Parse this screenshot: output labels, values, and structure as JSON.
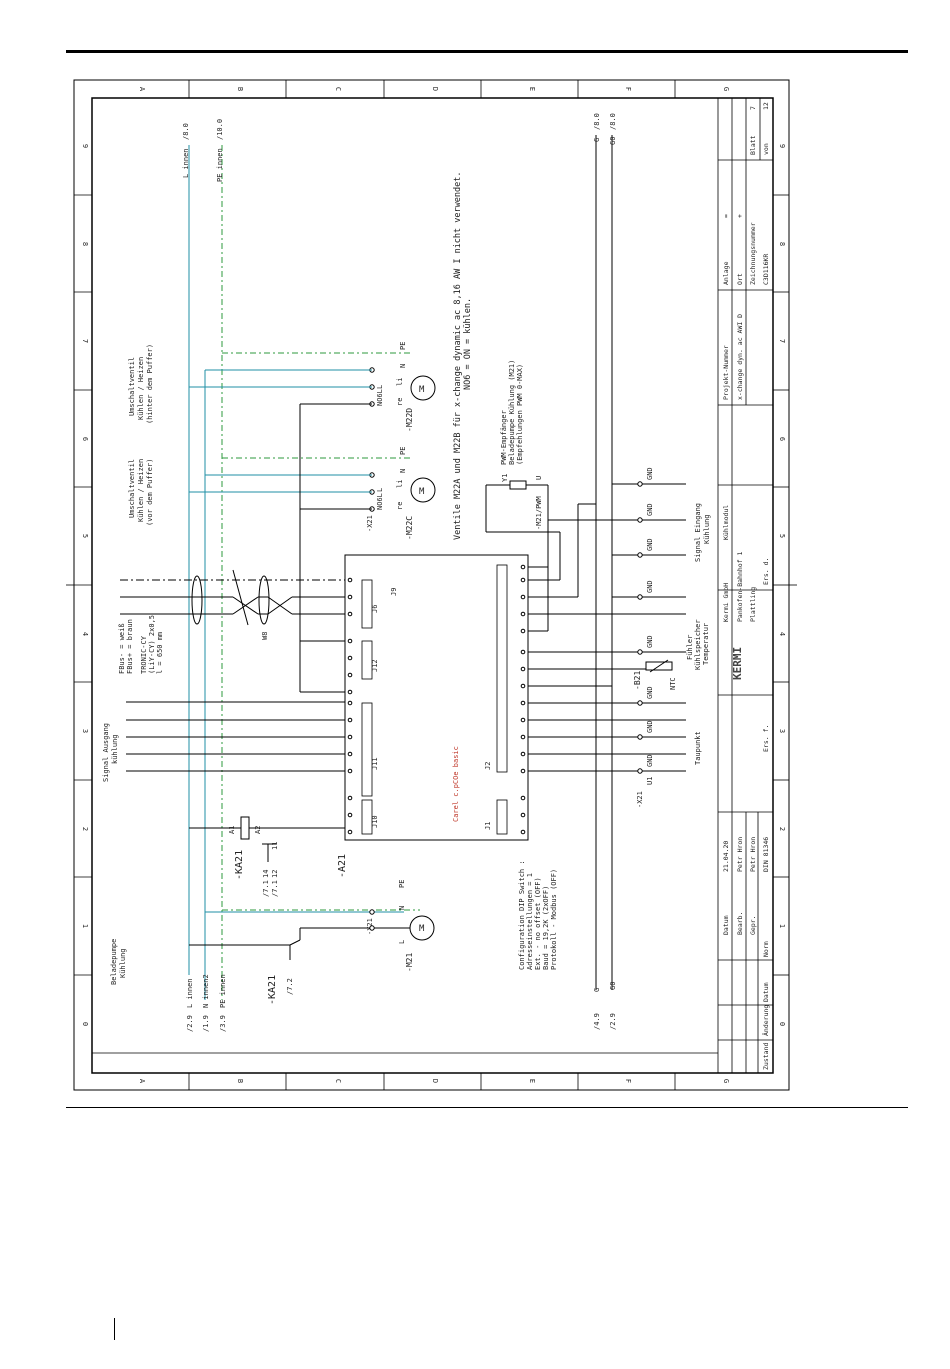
{
  "frame": {
    "col_letters": [
      "A",
      "B",
      "C",
      "D",
      "E",
      "F",
      "G"
    ],
    "row_numbers": [
      "0",
      "1",
      "2",
      "3",
      "4",
      "5",
      "6",
      "7",
      "8",
      "9"
    ]
  },
  "supply": {
    "l_innen_ref": "/2.9",
    "l_innen": "L innen",
    "n_innen2_ref": "/1.9",
    "n_innen2": "N innen2",
    "pe_innen_ref": "/3.9",
    "pe_innen": "PE innen",
    "l_innen_top": "L innen",
    "l_innen_top_ref": "/8.0",
    "pe_innen_top": "PE innen",
    "pe_innen_top_ref": "/10.0",
    "g_ref": "/4.9",
    "g": "G",
    "g0_ref": "/2.9",
    "g0": "G0",
    "g_top": "G",
    "g_top_ref": "/8.0",
    "g0_top": "G0",
    "g0_top_ref": "/8.0"
  },
  "components": {
    "ka21_coil": "-KA21",
    "ka21_contact": "-KA21",
    "ka21_contact_ref": "/7.2",
    "ka21_refs_1": "/7.1",
    "ka21_refs_1_nums": "14",
    "ka21_refs_2": "/7.1",
    "ka21_refs_2_nums": "12",
    "ka21_refs_11": "11",
    "a1": "A1",
    "a2": "A2",
    "a21": "-A21",
    "controller": "Carel c.pCOe basic",
    "j1": "J1",
    "j2": "J2",
    "j6": "J6",
    "j9": "J9",
    "j10": "J10",
    "j11": "J11",
    "j12": "J12",
    "x21": "-X21",
    "m21": "-M21",
    "m22c": "-M22C",
    "m22d": "-M22D",
    "motor": "M",
    "m21_pwm": "-M21/PWM",
    "y1": "Y1",
    "b21": "-B21",
    "ntc": "NTC",
    "w8": "W8",
    "u1": "U1",
    "gnd": "GND",
    "no6l": "NO6L",
    "re": "re",
    "li": "li",
    "n": "N",
    "pe": "PE",
    "l": "L",
    "u": "U"
  },
  "labels": {
    "beladepumpe": [
      "Beladepumpe",
      "Kühlung"
    ],
    "signal_ausgang": [
      "Signal Ausgang",
      "kühlung"
    ],
    "fbus": [
      "FBus- = weiß",
      "FBus+ = braun"
    ],
    "tronic": [
      "TRONIC-CY",
      "(LiY-CY) 2x0,5",
      "l = 650 mm"
    ],
    "ventil_vor": [
      "Umschaltventil",
      "Kühlen / Heizen",
      "(vor dem Puffer)"
    ],
    "ventil_hinter": [
      "Umschaltventil",
      "Kühlen / Heizen",
      "(hinter dem Puffer)"
    ],
    "pwm": [
      "PWM-Empfänger",
      "Beladepumpe Kühlung (M21)",
      "(Empfehlungen PWM 0-MAX)"
    ],
    "signal_eingang": [
      "Signal Eingang",
      "Kühlung"
    ],
    "fuehler": [
      "Fühler",
      "Kühlspeicher",
      "Temperatur"
    ],
    "taupunkt": "Taupunkt",
    "config": [
      "Configuration DIP Switch :",
      "Adresseinstellungen = 1",
      "Ext. - no offset (OFF)",
      "Baud = 19,2K (2xOFF)",
      "Protokoll - Modbus (OFF)"
    ],
    "note": [
      "Ventile M22A und M22B für x-change dynamic ac 8,16 AW I nicht verwendet.",
      "NO6 = ON = kühlen."
    ]
  },
  "title_block": {
    "zustand": "Zustand",
    "aenderung": "Änderung",
    "datum": "Datum",
    "name": "Norm",
    "datum_label": "Datum",
    "datum_val": "21.04.20",
    "bearb_label": "Bearb.",
    "bearb_val": "Petr Hron",
    "gepr_label": "Gepr.",
    "gepr_val": "Petr Hron",
    "norm_label": "Norm",
    "norm_val": "DIN 81346",
    "ers_f": "Ers. f.",
    "ers_d": "Ers. d.",
    "company": [
      "Kermi GmbH",
      "Pankofen-Bahnhof 1",
      "Plattling"
    ],
    "logo": "KERMI",
    "kuehlmodul": "Kühlmodul",
    "projekt_label": "Projekt-Nummer",
    "projekt_val": "x-change dyn. ac AWI D",
    "anlage_label": "Anlage",
    "anlage_val": "=",
    "ort_label": "Ort",
    "ort_val": "+",
    "zeichnung_label": "Zeichnungsnummer",
    "zeichnung_val": "C3D116KR",
    "blatt_label": "Blatt",
    "blatt_val": "7",
    "von_label": "von",
    "von_val": "12"
  }
}
